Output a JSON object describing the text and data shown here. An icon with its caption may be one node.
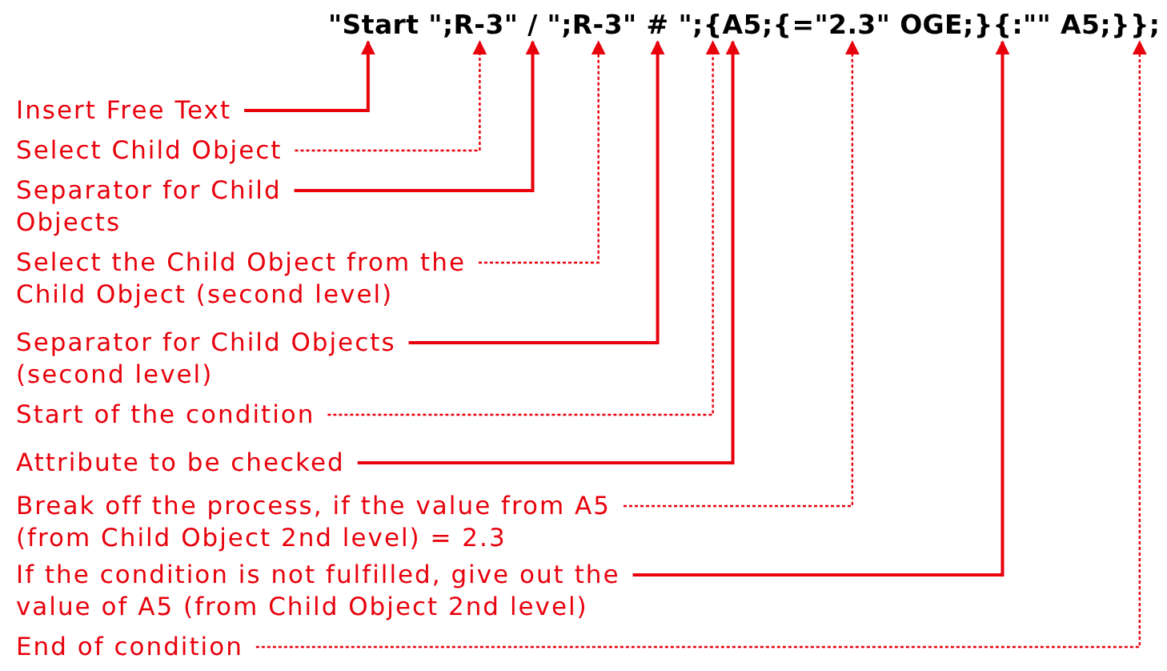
{
  "diagram": {
    "nodes": [
      {
        "text": [
          "\"Start \";R-3\" / \";R-3\" # \";{A5;{=\"2.3\" OGE;}{:\"\" A5;}};"
        ]
      },
      {
        "text": [
          "Insert Free Text"
        ]
      },
      {
        "text": [
          "Select Child Object"
        ]
      },
      {
        "text": [
          "Separator for Child Objects"
        ]
      },
      {
        "text": [
          "Select the Child Object from the Child Object (second level)"
        ]
      },
      {
        "text": [
          "Separator for Child Objects (second level)"
        ]
      },
      {
        "text": [
          "Start of the condition"
        ]
      },
      {
        "text": [
          "Attribute to be checked"
        ]
      },
      {
        "text": [
          "Break off the process, if the  value from A5 (from Child Object 2nd level) = 2.3"
        ]
      },
      {
        "text": [
          "If the condition is not fulfilled, give out the value of A5 (from Child Object 2nd level)"
        ]
      },
      {
        "text": [
          "End of condition"
        ]
      }
    ],
    "edges": [
      {
        "from": 1,
        "to": 0,
        "arrow": "to"
      },
      {
        "from": 2,
        "to": 0,
        "arrow": "to",
        "style": "dashed"
      },
      {
        "from": 3,
        "to": 0,
        "arrow": "to"
      },
      {
        "from": 4,
        "to": 0,
        "arrow": "to",
        "style": "dashed"
      },
      {
        "from": 5,
        "to": 0,
        "arrow": "to"
      },
      {
        "from": 6,
        "to": 0,
        "arrow": "to",
        "style": "dashed"
      },
      {
        "from": 7,
        "to": 0,
        "arrow": "to"
      },
      {
        "from": 8,
        "to": 0,
        "arrow": "to",
        "style": "dashed"
      },
      {
        "from": 9,
        "to": 0,
        "arrow": "to"
      },
      {
        "from": 10,
        "to": 0,
        "arrow": "to",
        "style": "dashed"
      }
    ]
  }
}
